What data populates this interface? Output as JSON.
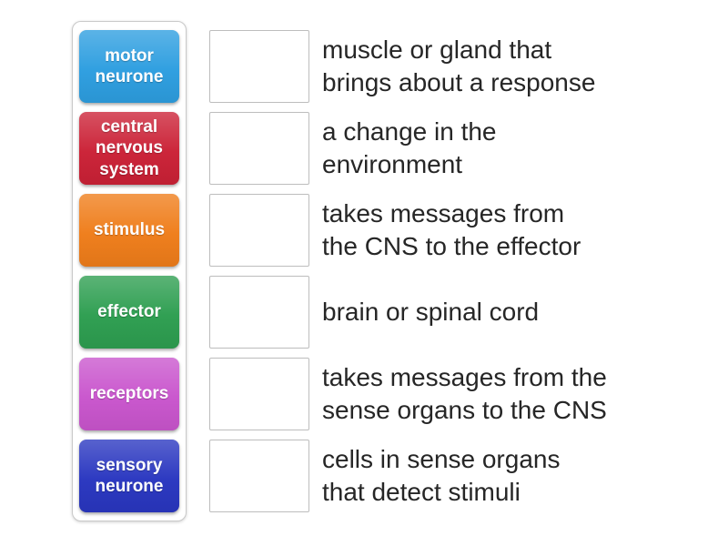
{
  "activity": {
    "type": "match-up"
  },
  "keywords": {
    "items": [
      {
        "label": "motor neurone",
        "color": "#2D9EE0"
      },
      {
        "label": "central nervous system",
        "color": "#CB2136"
      },
      {
        "label": "stimulus",
        "color": "#EF7D1A"
      },
      {
        "label": "effector",
        "color": "#2D9E50"
      },
      {
        "label": "receptors",
        "color": "#C955CD"
      },
      {
        "label": "sensory neurone",
        "color": "#2936C0"
      }
    ]
  },
  "definitions": [
    {
      "text": "muscle or gland that\nbrings about a response"
    },
    {
      "text": "a change in the\nenvironment"
    },
    {
      "text": "takes messages from\nthe CNS to the effector"
    },
    {
      "text": "brain or spinal cord"
    },
    {
      "text": "takes messages from the\nsense organs to the CNS"
    },
    {
      "text": "cells in sense organs\nthat detect stimuli"
    }
  ],
  "colors": {
    "panel_border": "#c9c9c9",
    "drop_target_border": "#bdbdbd",
    "definition_text": "#262626",
    "tile_text": "#ffffff",
    "background": "#ffffff"
  }
}
